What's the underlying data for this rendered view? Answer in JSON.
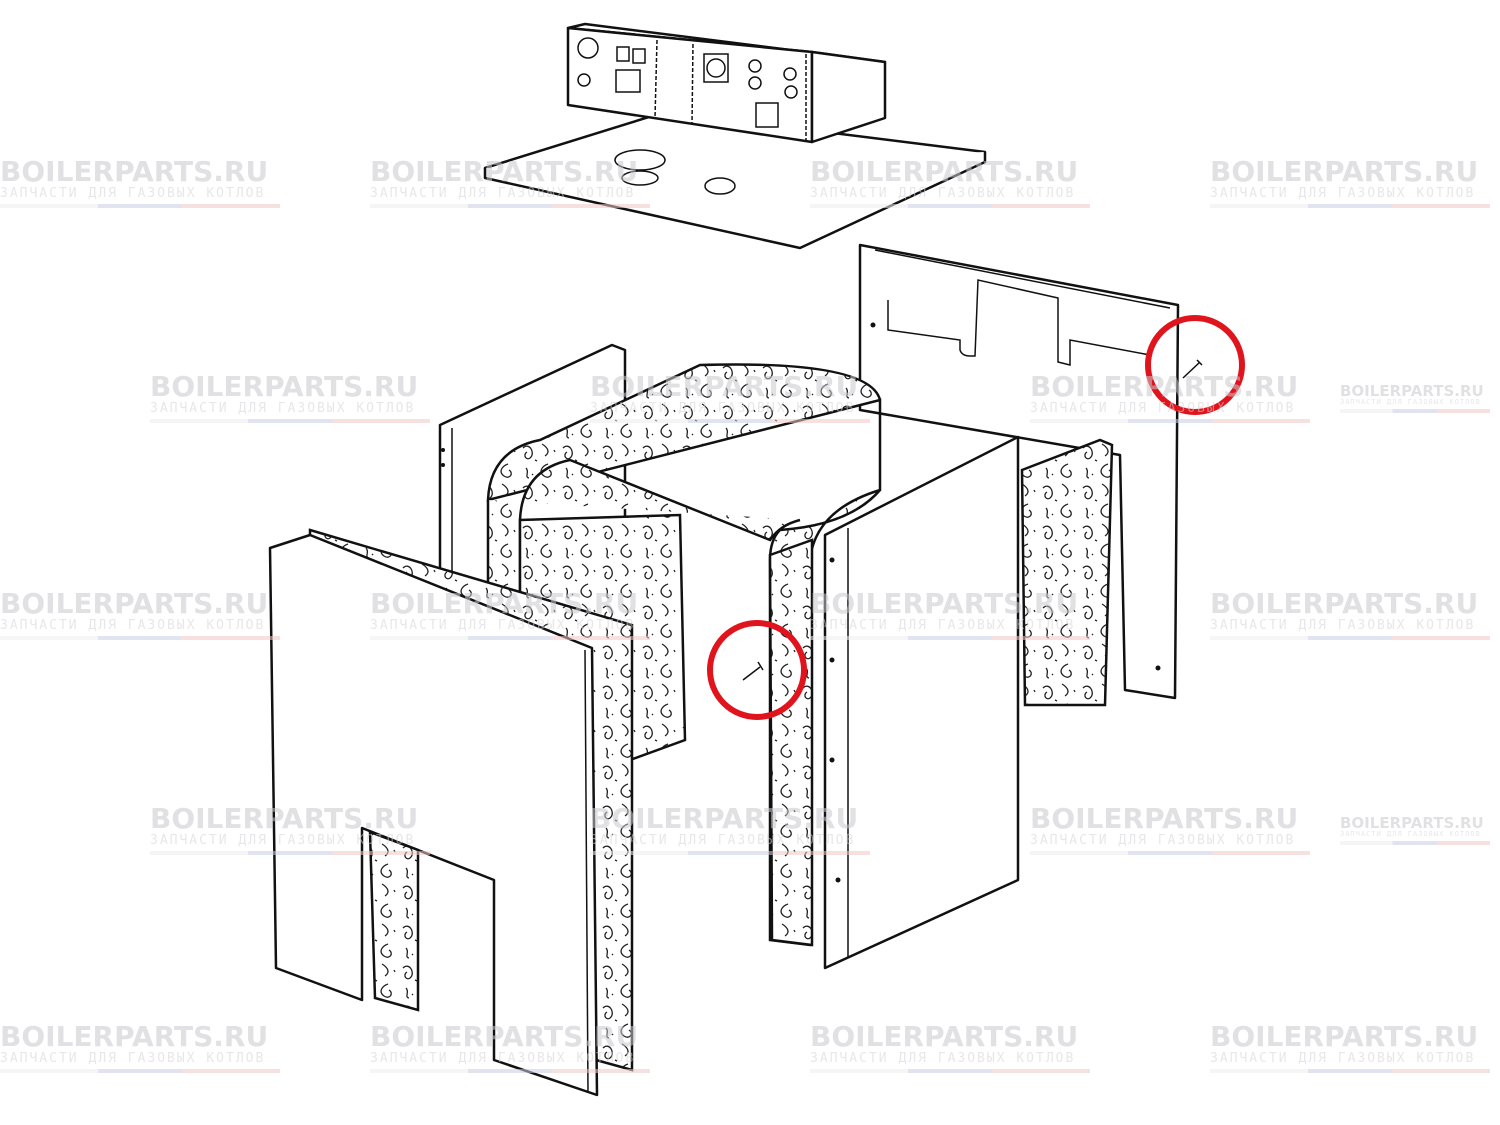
{
  "watermark": {
    "brand": "BOILERPARTS.RU",
    "tagline": "ЗАПЧАСТИ ДЛЯ ГАЗОВЫХ КОТЛОВ"
  },
  "highlight_color": "#e0141c",
  "parts": [
    "control-panel",
    "top-plate",
    "rear-panel",
    "left-side-panel",
    "insulation-shell",
    "right-side-panel",
    "front-panel",
    "fastening-screw"
  ]
}
